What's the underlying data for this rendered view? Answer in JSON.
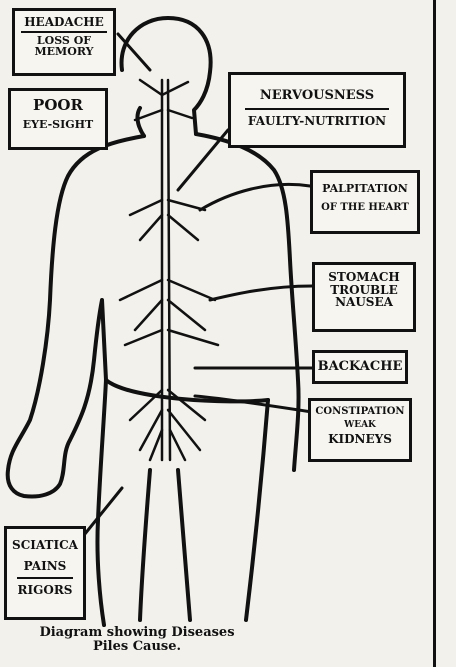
{
  "labels": {
    "headache": "HEADACHE",
    "loss_of_memory": "LOSS OF MEMORY",
    "poor": "POOR",
    "eye_sight": "EYE-SIGHT",
    "nervousness": "NERVOUSNESS",
    "faulty_nutrition": "FAULTY-NUTRITION",
    "palpitation": "PALPITATION",
    "of_the_heart": "OF THE HEART",
    "stomach": "STOMACH",
    "trouble": "TROUBLE",
    "nausea": "NAUSEA",
    "backache": "BACKACHE",
    "constipation": "CONSTIPATION",
    "weak": "WEAK",
    "kidneys": "KIDNEYS",
    "sciatica": "SCIATICA",
    "pains": "PAINS",
    "rigors": "RIGORS"
  },
  "caption": {
    "line1": "Diagram showing Diseases",
    "line2": "Piles Cause."
  },
  "colors": {
    "ink": "#111111",
    "paper": "#f2f1ec"
  }
}
